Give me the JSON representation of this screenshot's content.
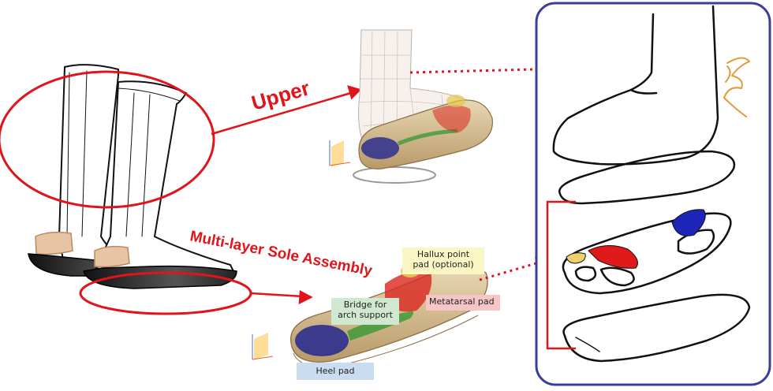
{
  "labels": {
    "upper": "Upper",
    "sole_assembly": "Multi-layer Sole Assembly",
    "hallux_line1": "Hallux point",
    "hallux_line2": "pad (optional)",
    "metatarsal": "Metatarsal pad",
    "bridge_line1": "Bridge for",
    "bridge_line2": "arch support",
    "heel": "Heel pad"
  },
  "colors": {
    "accent_red": "#e0141b",
    "panel_border": "#3b3f9c",
    "heel_pad": "#2d2f8f",
    "metatarsal_pad": "#d9271f",
    "bridge": "#3f9a3a",
    "hallux_pad": "#e6c64a",
    "hallux_callout_bg": "#fbf7c4",
    "metatarsal_callout_bg": "#f6c6c6",
    "bridge_callout_bg": "#cfe8cf",
    "heel_callout_bg": "#c9dcf0"
  }
}
